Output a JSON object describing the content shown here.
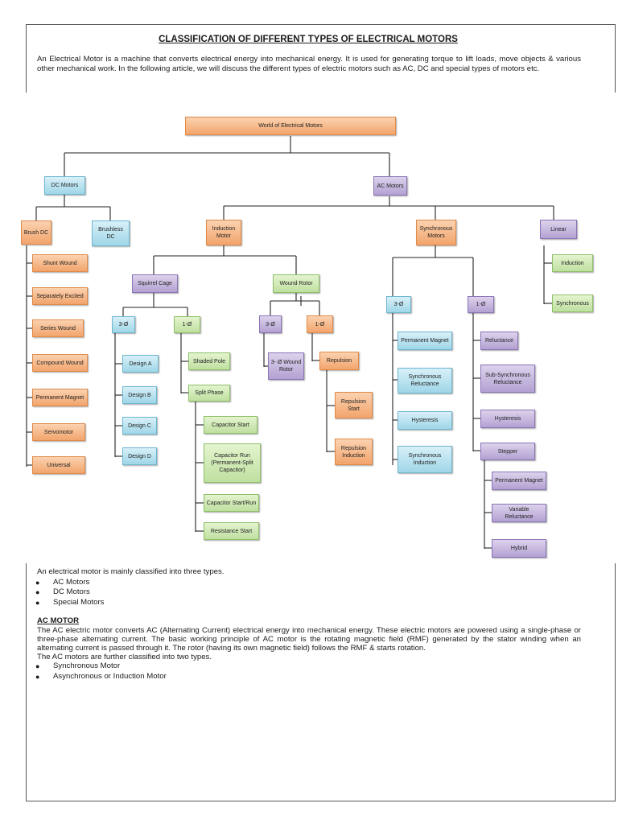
{
  "document": {
    "title": "CLASSIFICATION OF DIFFERENT TYPES OF ELECTRICAL MOTORS",
    "intro": "An Electrical Motor is a machine that converts electrical energy into mechanical energy. It is used for generating torque to lift loads, move objects & various other mechanical work. In the following article, we will discuss the different types of electric motors such as AC, DC and special types of motors etc.",
    "classified_intro": "An electrical motor is mainly classified into three types.",
    "types": [
      "AC Motors",
      "DC Motors",
      "Special Motors"
    ],
    "ac_heading": "AC MOTOR",
    "ac_paragraph": "The AC electric motor converts AC (Alternating Current) electrical energy into mechanical energy. These electric motors are powered using a single-phase or three-phase alternating current. The basic working principle of AC motor is the rotating magnetic field (RMF) generated by the stator winding when an alternating current is passed through it. The rotor (having its own magnetic field) follows the RMF & starts rotation.",
    "ac_types_intro": "The AC motors are further classified into two types.",
    "ac_types": [
      "Synchronous Motor",
      "Asynchronous or Induction Motor"
    ],
    "bullet": "●"
  },
  "diagram": {
    "colors": {
      "orange": "#f2a46c",
      "blue": "#9fd6e8",
      "purple": "#b3a1d2",
      "green": "#bfe0a0"
    },
    "root": "World of Electrical Motors",
    "dc_motors": "DC Motors",
    "ac_motors": "AC Motors",
    "brush_dc": "Brush DC",
    "brushless_dc": "Brushless DC",
    "dc_brush_types": [
      "Shunt Wound",
      "Separately Excited",
      "Series Wound",
      "Compound Wound",
      "Permanent Magnet",
      "Servomotor",
      "Universal"
    ],
    "induction_motor": "Induction Motor",
    "synchronous_motors": "Synchronous Motors",
    "linear": "Linear",
    "linear_types": [
      "Induction",
      "Synchronous"
    ],
    "squirrel_cage": "Squirrel Cage",
    "wound_rotor": "Wound Rotor",
    "sc_3phase": "3-Ø",
    "sc_1phase": "1-Ø",
    "designs": [
      "Design A",
      "Design B",
      "Design C",
      "Design D"
    ],
    "shaded_pole": "Shaded Pole",
    "split_phase": "Split Phase",
    "split_phase_types": [
      "Capacitor Start",
      "Capacitor Run (Permanent-Split Capacitor)",
      "Capacitor Start/Run",
      "Resistance Start"
    ],
    "wr_3phase": "3-Ø",
    "wr_1phase": "1-Ø",
    "wr_3phase_child": "3- Ø Wound Rotor",
    "repulsion": "Repulsion",
    "repulsion_types": [
      "Repulsion Start",
      "Repulsion Induction"
    ],
    "sync_3phase": "3-Ø",
    "sync_1phase": "1-Ø",
    "sync_3phase_types": [
      "Permanent Magnet",
      "Synchronous Reluctance",
      "Hysteresis",
      "Synchronous Induction"
    ],
    "sync_1phase_types": [
      "Reluctance",
      "Sub-Synchronous Reluctance",
      "Hysteresis",
      "Stepper"
    ],
    "stepper_types": [
      "Permanent Magnet",
      "Variable Reluctance",
      "Hybrid"
    ]
  }
}
